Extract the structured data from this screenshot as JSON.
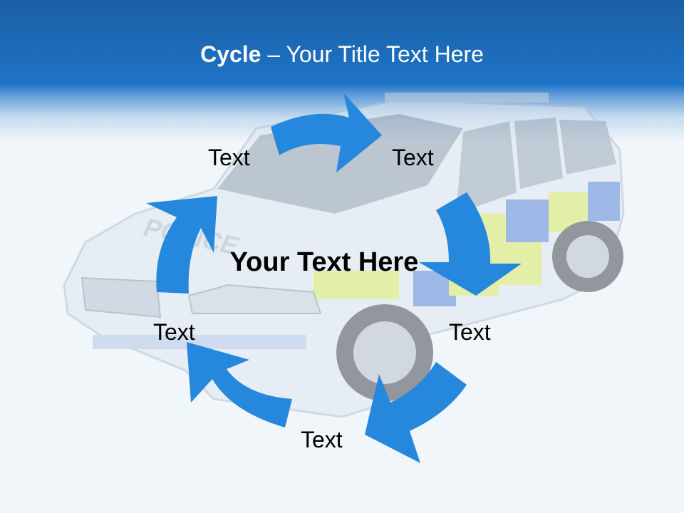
{
  "slide": {
    "title_bold": "Cycle",
    "title_rest": " – Your Title Text Here",
    "center_text": "Your Text Here",
    "labels": {
      "top_left": "Text",
      "top_right": "Text",
      "right": "Text",
      "bottom": "Text",
      "left": "Text"
    }
  },
  "colors": {
    "header_blue": "#1e74c8",
    "arrow_blue": "#2688dc",
    "background": "#f1f6fb"
  },
  "icons": [
    "police-car-photo",
    "cycle-arrow"
  ]
}
